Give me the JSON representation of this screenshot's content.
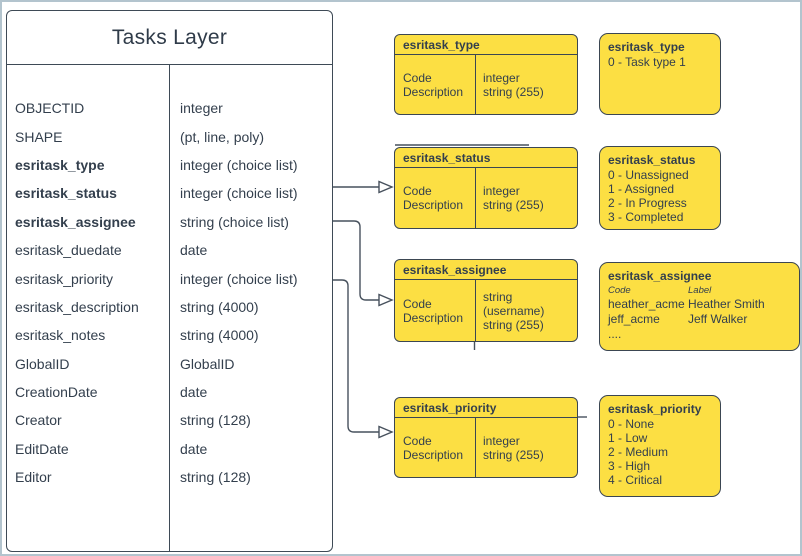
{
  "colors": {
    "yellow": "#fcdf43",
    "stroke": "#47515d",
    "text": "#333f4d",
    "canvas_border": "#b3c4ce"
  },
  "tasks_layer": {
    "title": "Tasks Layer",
    "fields": [
      {
        "name": "OBJECTID",
        "type": "integer"
      },
      {
        "name": "SHAPE",
        "type": "(pt, line, poly)"
      },
      {
        "name": "esritask_type",
        "type": "integer (choice list)"
      },
      {
        "name": "esritask_status",
        "type": "integer (choice list)"
      },
      {
        "name": "esritask_assignee",
        "type": "string (choice list)"
      },
      {
        "name": "esritask_duedate",
        "type": "date"
      },
      {
        "name": "esritask_priority",
        "type": "integer (choice list)"
      },
      {
        "name": "esritask_description",
        "type": "string (4000)"
      },
      {
        "name": "esritask_notes",
        "type": "string (4000)"
      },
      {
        "name": "GlobalID",
        "type": "GlobalID"
      },
      {
        "name": "CreationDate",
        "type": "date"
      },
      {
        "name": "Creator",
        "type": "string (128)"
      },
      {
        "name": "EditDate",
        "type": "date"
      },
      {
        "name": "Editor",
        "type": "string (128)"
      }
    ]
  },
  "schema_boxes": [
    {
      "title": "esritask_type",
      "rows": [
        [
          "Code",
          "integer"
        ],
        [
          "Description",
          "string (255)"
        ]
      ]
    },
    {
      "title": "esritask_status",
      "rows": [
        [
          "Code",
          "integer"
        ],
        [
          "Description",
          "string (255)"
        ]
      ]
    },
    {
      "title": "esritask_assignee",
      "rows": [
        [
          "Code",
          "string (username)"
        ],
        [
          "Description",
          "string (255)"
        ]
      ]
    },
    {
      "title": "esritask_priority",
      "rows": [
        [
          "Code",
          "integer"
        ],
        [
          "Description",
          "string (255)"
        ]
      ]
    }
  ],
  "value_boxes": {
    "type": {
      "title": "esritask_type",
      "lines": [
        "0 - Task type 1"
      ]
    },
    "status": {
      "title": "esritask_status",
      "lines": [
        "0 - Unassigned",
        "1 - Assigned",
        "2 - In Progress",
        "3 - Completed"
      ]
    },
    "assignee": {
      "title": "esritask_assignee",
      "col_headers": [
        "Code",
        "Label"
      ],
      "rows": [
        [
          "heather_acme",
          "Heather Smith"
        ],
        [
          "jeff_acme",
          "Jeff Walker"
        ]
      ],
      "ellipsis": "...."
    },
    "priority": {
      "title": "esritask_priority",
      "lines": [
        "0 - None",
        "1 - Low",
        "2 - Medium",
        "3 - High",
        "4 - Critical"
      ]
    }
  }
}
